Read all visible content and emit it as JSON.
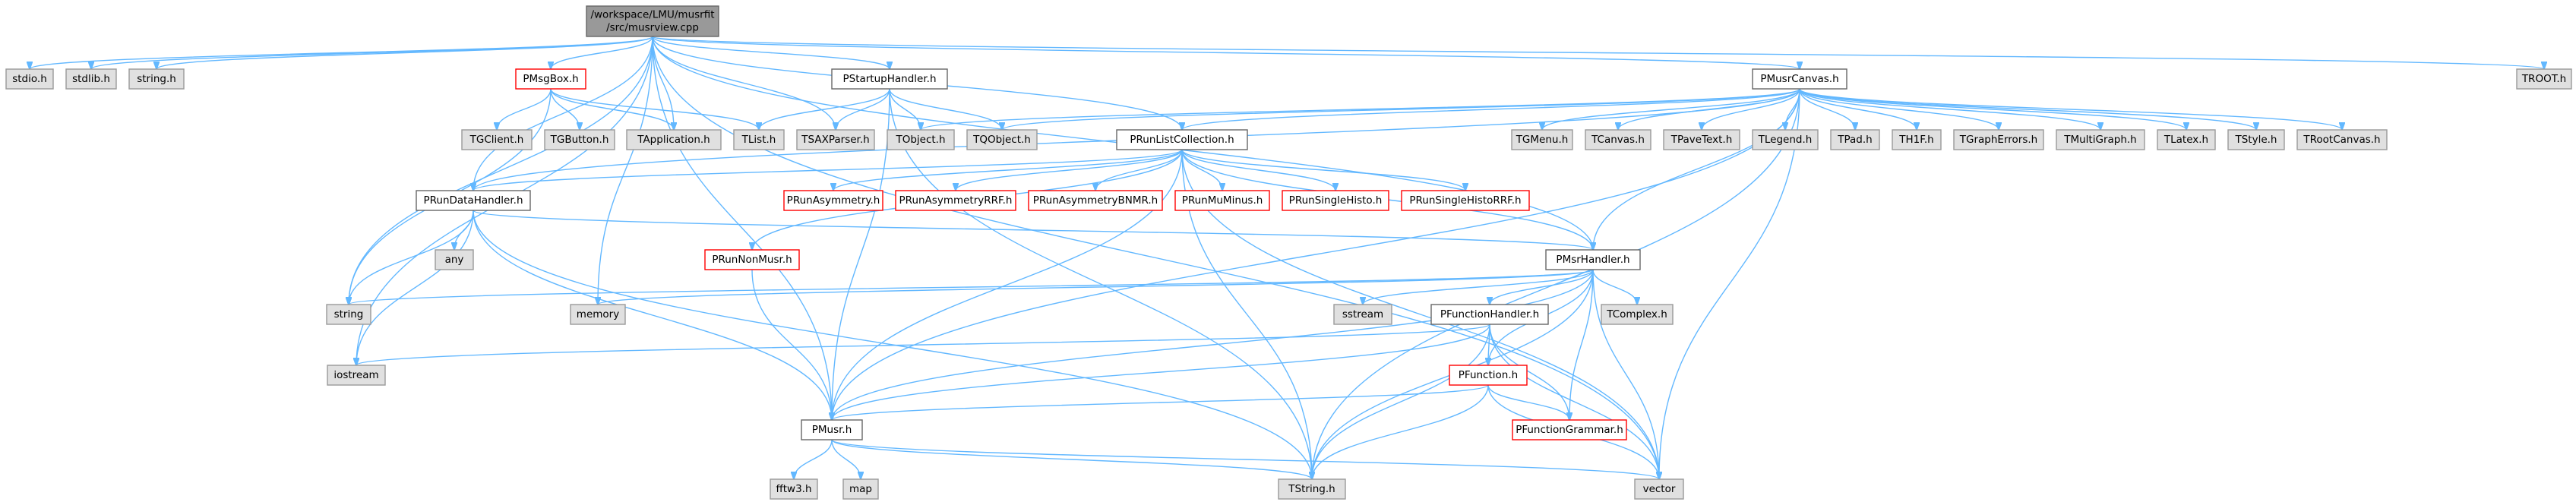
{
  "colors": {
    "root_fill": "#999999",
    "root_border": "#666666",
    "plain_fill": "#ffffff",
    "plain_border": "#666666",
    "red_border": "#ff0000",
    "system_fill": "#e0e0e0",
    "system_border": "#999999",
    "edge": "#63b8ff"
  },
  "nodes": [
    {
      "id": "root",
      "lines": [
        "/workspace/LMU/musrfit",
        "/src/musrview.cpp"
      ],
      "style": "root"
    },
    {
      "id": "stdio",
      "lines": [
        "stdio.h"
      ],
      "style": "system"
    },
    {
      "id": "stdlib",
      "lines": [
        "stdlib.h"
      ],
      "style": "system"
    },
    {
      "id": "stringh",
      "lines": [
        "string.h"
      ],
      "style": "system"
    },
    {
      "id": "pmsgbox",
      "lines": [
        "PMsgBox.h"
      ],
      "style": "red"
    },
    {
      "id": "pstartup",
      "lines": [
        "PStartupHandler.h"
      ],
      "style": "plain"
    },
    {
      "id": "pmusrcanvas",
      "lines": [
        "PMusrCanvas.h"
      ],
      "style": "plain"
    },
    {
      "id": "troot",
      "lines": [
        "TROOT.h"
      ],
      "style": "system"
    },
    {
      "id": "tgclient",
      "lines": [
        "TGClient.h"
      ],
      "style": "system"
    },
    {
      "id": "tgbutton",
      "lines": [
        "TGButton.h"
      ],
      "style": "system"
    },
    {
      "id": "tapplication",
      "lines": [
        "TApplication.h"
      ],
      "style": "system"
    },
    {
      "id": "tlist",
      "lines": [
        "TList.h"
      ],
      "style": "system"
    },
    {
      "id": "tsaxparser",
      "lines": [
        "TSAXParser.h"
      ],
      "style": "system"
    },
    {
      "id": "tobject",
      "lines": [
        "TObject.h"
      ],
      "style": "system"
    },
    {
      "id": "tqobject",
      "lines": [
        "TQObject.h"
      ],
      "style": "system"
    },
    {
      "id": "prunlist",
      "lines": [
        "PRunListCollection.h"
      ],
      "style": "plain"
    },
    {
      "id": "tgmenu",
      "lines": [
        "TGMenu.h"
      ],
      "style": "system"
    },
    {
      "id": "tcanvas",
      "lines": [
        "TCanvas.h"
      ],
      "style": "system"
    },
    {
      "id": "tpavetext",
      "lines": [
        "TPaveText.h"
      ],
      "style": "system"
    },
    {
      "id": "tlegend",
      "lines": [
        "TLegend.h"
      ],
      "style": "system"
    },
    {
      "id": "tpad",
      "lines": [
        "TPad.h"
      ],
      "style": "system"
    },
    {
      "id": "th1f",
      "lines": [
        "TH1F.h"
      ],
      "style": "system"
    },
    {
      "id": "tgrapherrors",
      "lines": [
        "TGraphErrors.h"
      ],
      "style": "system"
    },
    {
      "id": "tmultigraph",
      "lines": [
        "TMultiGraph.h"
      ],
      "style": "system"
    },
    {
      "id": "tlatex",
      "lines": [
        "TLatex.h"
      ],
      "style": "system"
    },
    {
      "id": "tstyle",
      "lines": [
        "TStyle.h"
      ],
      "style": "system"
    },
    {
      "id": "trootcanvas",
      "lines": [
        "TRootCanvas.h"
      ],
      "style": "system"
    },
    {
      "id": "prundatahandler",
      "lines": [
        "PRunDataHandler.h"
      ],
      "style": "plain"
    },
    {
      "id": "prunasym",
      "lines": [
        "PRunAsymmetry.h"
      ],
      "style": "red"
    },
    {
      "id": "prunasymrrf",
      "lines": [
        "PRunAsymmetryRRF.h"
      ],
      "style": "red"
    },
    {
      "id": "prunasymbnmr",
      "lines": [
        "PRunAsymmetryBNMR.h"
      ],
      "style": "red"
    },
    {
      "id": "prunmumin",
      "lines": [
        "PRunMuMinus.h"
      ],
      "style": "red"
    },
    {
      "id": "prunsingle",
      "lines": [
        "PRunSingleHisto.h"
      ],
      "style": "red"
    },
    {
      "id": "prunsinglerrf",
      "lines": [
        "PRunSingleHistoRRF.h"
      ],
      "style": "red"
    },
    {
      "id": "any",
      "lines": [
        "any"
      ],
      "style": "system"
    },
    {
      "id": "prunnonmusr",
      "lines": [
        "PRunNonMusr.h"
      ],
      "style": "red"
    },
    {
      "id": "pmsrhandler",
      "lines": [
        "PMsrHandler.h"
      ],
      "style": "plain"
    },
    {
      "id": "string",
      "lines": [
        "string"
      ],
      "style": "system"
    },
    {
      "id": "memory",
      "lines": [
        "memory"
      ],
      "style": "system"
    },
    {
      "id": "sstream",
      "lines": [
        "sstream"
      ],
      "style": "system"
    },
    {
      "id": "pfunctionhandler",
      "lines": [
        "PFunctionHandler.h"
      ],
      "style": "plain"
    },
    {
      "id": "tcomplex",
      "lines": [
        "TComplex.h"
      ],
      "style": "system"
    },
    {
      "id": "iostream",
      "lines": [
        "iostream"
      ],
      "style": "system"
    },
    {
      "id": "pfunction",
      "lines": [
        "PFunction.h"
      ],
      "style": "red"
    },
    {
      "id": "pmusr",
      "lines": [
        "PMusr.h"
      ],
      "style": "plain"
    },
    {
      "id": "pfunctiongrammar",
      "lines": [
        "PFunctionGrammar.h"
      ],
      "style": "red"
    },
    {
      "id": "fftw3",
      "lines": [
        "fftw3.h"
      ],
      "style": "system"
    },
    {
      "id": "map",
      "lines": [
        "map"
      ],
      "style": "system"
    },
    {
      "id": "tstring",
      "lines": [
        "TString.h"
      ],
      "style": "system"
    },
    {
      "id": "vector",
      "lines": [
        "vector"
      ],
      "style": "system"
    }
  ],
  "edges": [
    [
      "root",
      "stdio"
    ],
    [
      "root",
      "stdlib"
    ],
    [
      "root",
      "stringh"
    ],
    [
      "root",
      "pmsgbox"
    ],
    [
      "root",
      "pstartup"
    ],
    [
      "root",
      "pmusrcanvas"
    ],
    [
      "root",
      "troot"
    ],
    [
      "root",
      "tapplication"
    ],
    [
      "root",
      "tsaxparser"
    ],
    [
      "root",
      "prunlist"
    ],
    [
      "root",
      "prundatahandler"
    ],
    [
      "root",
      "string"
    ],
    [
      "root",
      "memory"
    ],
    [
      "root",
      "iostream"
    ],
    [
      "root",
      "pmusr"
    ],
    [
      "root",
      "pmsrhandler"
    ],
    [
      "root",
      "vector"
    ],
    [
      "pmsgbox",
      "tgclient"
    ],
    [
      "pmsgbox",
      "tgbutton"
    ],
    [
      "pmsgbox",
      "tapplication"
    ],
    [
      "pmsgbox",
      "tlist"
    ],
    [
      "pmsgbox",
      "string"
    ],
    [
      "pstartup",
      "tlist"
    ],
    [
      "pstartup",
      "tsaxparser"
    ],
    [
      "pstartup",
      "tobject"
    ],
    [
      "pstartup",
      "tqobject"
    ],
    [
      "pstartup",
      "pmusr"
    ],
    [
      "pstartup",
      "tstring"
    ],
    [
      "pmusrcanvas",
      "tobject"
    ],
    [
      "pmusrcanvas",
      "tqobject"
    ],
    [
      "pmusrcanvas",
      "tgmenu"
    ],
    [
      "pmusrcanvas",
      "tcanvas"
    ],
    [
      "pmusrcanvas",
      "tpavetext"
    ],
    [
      "pmusrcanvas",
      "tlegend"
    ],
    [
      "pmusrcanvas",
      "tpad"
    ],
    [
      "pmusrcanvas",
      "th1f"
    ],
    [
      "pmusrcanvas",
      "tgrapherrors"
    ],
    [
      "pmusrcanvas",
      "tmultigraph"
    ],
    [
      "pmusrcanvas",
      "tlatex"
    ],
    [
      "pmusrcanvas",
      "tstyle"
    ],
    [
      "pmusrcanvas",
      "trootcanvas"
    ],
    [
      "pmusrcanvas",
      "prunlist"
    ],
    [
      "pmusrcanvas",
      "pmsrhandler"
    ],
    [
      "pmusrcanvas",
      "pmusr"
    ],
    [
      "pmusrcanvas",
      "prundatahandler"
    ],
    [
      "pmusrcanvas",
      "tstring"
    ],
    [
      "pmusrcanvas",
      "vector"
    ],
    [
      "prunlist",
      "prunasym"
    ],
    [
      "prunlist",
      "prunasymrrf"
    ],
    [
      "prunlist",
      "prunasymbnmr"
    ],
    [
      "prunlist",
      "prunmumin"
    ],
    [
      "prunlist",
      "prunsingle"
    ],
    [
      "prunlist",
      "prunsinglerrf"
    ],
    [
      "prunlist",
      "prunnonmusr"
    ],
    [
      "prunlist",
      "prundatahandler"
    ],
    [
      "prunlist",
      "pmsrhandler"
    ],
    [
      "prunlist",
      "pmusr"
    ],
    [
      "prunlist",
      "tstring"
    ],
    [
      "prunlist",
      "vector"
    ],
    [
      "prundatahandler",
      "any"
    ],
    [
      "prundatahandler",
      "string"
    ],
    [
      "prundatahandler",
      "iostream"
    ],
    [
      "prundatahandler",
      "pmusr"
    ],
    [
      "prundatahandler",
      "pmsrhandler"
    ],
    [
      "prundatahandler",
      "tstring"
    ],
    [
      "prunnonmusr",
      "pmusr"
    ],
    [
      "pmsrhandler",
      "string"
    ],
    [
      "pmsrhandler",
      "memory"
    ],
    [
      "pmsrhandler",
      "sstream"
    ],
    [
      "pmsrhandler",
      "tcomplex"
    ],
    [
      "pmsrhandler",
      "pfunctionhandler"
    ],
    [
      "pmsrhandler",
      "pfunction"
    ],
    [
      "pmsrhandler",
      "pfunctiongrammar"
    ],
    [
      "pmsrhandler",
      "pmusr"
    ],
    [
      "pmsrhandler",
      "tstring"
    ],
    [
      "pmsrhandler",
      "vector"
    ],
    [
      "pfunctionhandler",
      "iostream"
    ],
    [
      "pfunctionhandler",
      "pfunction"
    ],
    [
      "pfunctionhandler",
      "pfunctiongrammar"
    ],
    [
      "pfunctionhandler",
      "pmusr"
    ],
    [
      "pfunctionhandler",
      "tstring"
    ],
    [
      "pfunctionhandler",
      "vector"
    ],
    [
      "pfunction",
      "pfunctiongrammar"
    ],
    [
      "pfunction",
      "pmusr"
    ],
    [
      "pfunction",
      "tstring"
    ],
    [
      "pfunction",
      "vector"
    ],
    [
      "pmusr",
      "fftw3"
    ],
    [
      "pmusr",
      "map"
    ],
    [
      "pmusr",
      "tstring"
    ],
    [
      "pmusr",
      "vector"
    ]
  ]
}
